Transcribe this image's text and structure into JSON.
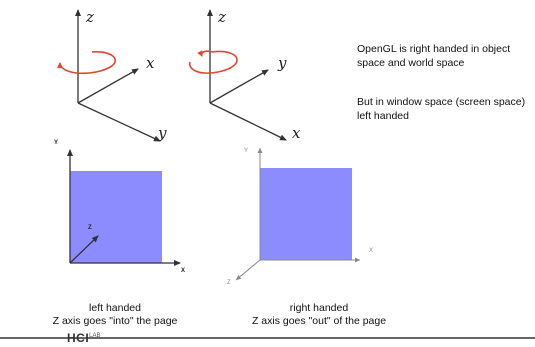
{
  "diagrams": {
    "object_space_left": {
      "axis_z": "z",
      "axis_x": "x",
      "axis_y": "y"
    },
    "object_space_right": {
      "axis_z": "z",
      "axis_y": "y",
      "axis_x": "x"
    },
    "window_left": {
      "axis_y": "Y",
      "axis_x": "X",
      "axis_z": "Z",
      "caption_line1": "left handed",
      "caption_line2": "Z axis goes \"into\" the page"
    },
    "window_right": {
      "axis_y": "Y",
      "axis_x": "X",
      "axis_z": "Z",
      "caption_line1": "right handed",
      "caption_line2": "Z axis goes \"out\" of the page"
    }
  },
  "notes": {
    "note1": "OpenGL is right handed in object space and world space",
    "note2": "But in window space (screen space) left handed"
  },
  "footer": {
    "logo": "HCI",
    "logo_sup": "LAB"
  },
  "colors": {
    "square_fill": "#8c8cff",
    "rotation_arrow": "#e0482f",
    "axis": "#333333",
    "footer_line": "#333333"
  }
}
